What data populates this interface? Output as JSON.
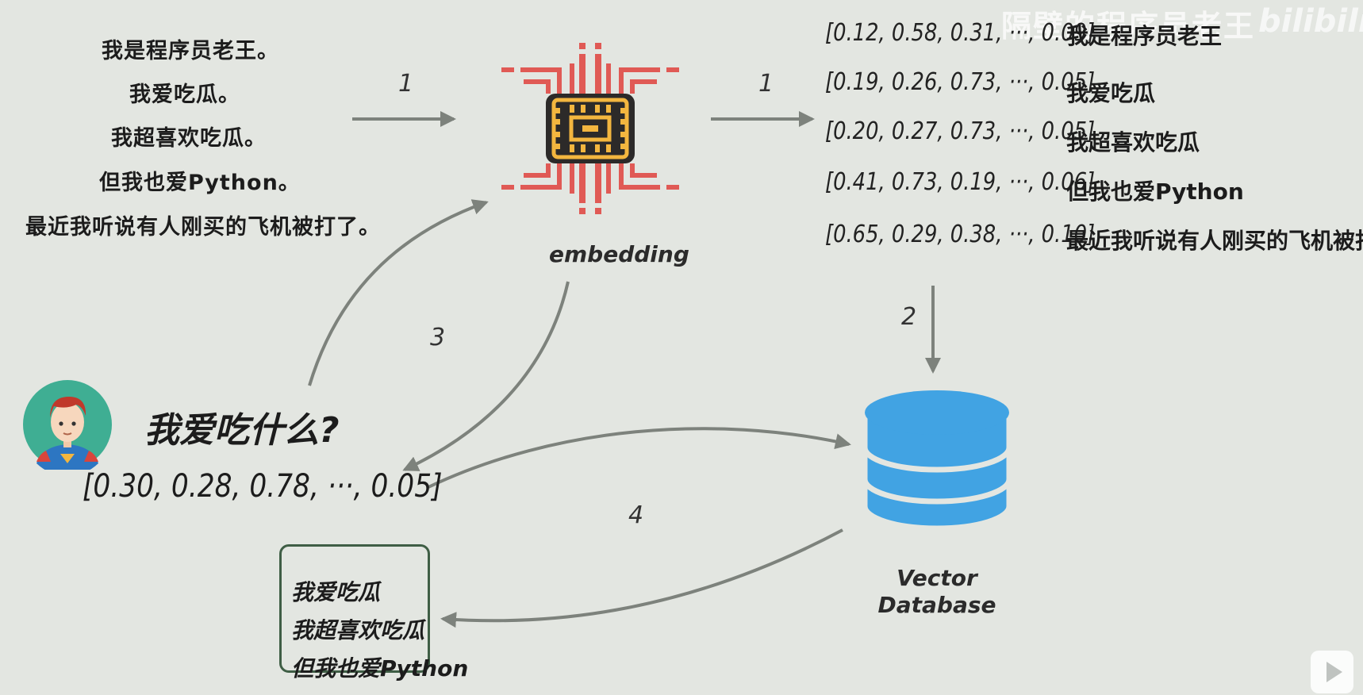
{
  "watermark": {
    "text": "隔壁的程序员老王",
    "logo": "bilibili"
  },
  "sentences": [
    "我是程序员老王。",
    "我爱吃瓜。",
    "我超喜欢吃瓜。",
    "但我也爱Python。",
    "最近我听说有人刚买的飞机被打了。"
  ],
  "embedding": {
    "label": "embedding",
    "icon": "chip-icon"
  },
  "vectors": [
    {
      "vector": "[0.12, 0.58, 0.31, ···, 0.09]",
      "text": "我是程序员老王"
    },
    {
      "vector": "[0.19, 0.26, 0.73, ···, 0.05]",
      "text": "我爱吃瓜"
    },
    {
      "vector": "[0.20, 0.27, 0.73, ···, 0.05]",
      "text": "我超喜欢吃瓜"
    },
    {
      "vector": "[0.41, 0.73, 0.19, ···, 0.06]",
      "text": "但我也爱Python"
    },
    {
      "vector": "[0.65, 0.29, 0.38, ···, 0.10]",
      "text": "最近我听说有人刚买的飞机被打了"
    }
  ],
  "steps": {
    "s1a": "1",
    "s1b": "1",
    "s2": "2",
    "s3": "3",
    "s4": "4"
  },
  "query": {
    "question": "我爱吃什么?",
    "vector": "[0.30, 0.28, 0.78, ···, 0.05]",
    "avatar": "superhero-avatar-icon"
  },
  "database": {
    "line1": "Vector",
    "line2": "Database",
    "icon": "database-icon"
  },
  "results": [
    "我爱吃瓜",
    "我超喜欢吃瓜",
    "但我也爱Python"
  ],
  "colors": {
    "background": "#e3e6e1",
    "chip_trace": "#e05a55",
    "chip_core": "#f3b63f",
    "database": "#41a3e3",
    "arrow": "#7d827c",
    "avatar_bg": "#3fae93"
  }
}
